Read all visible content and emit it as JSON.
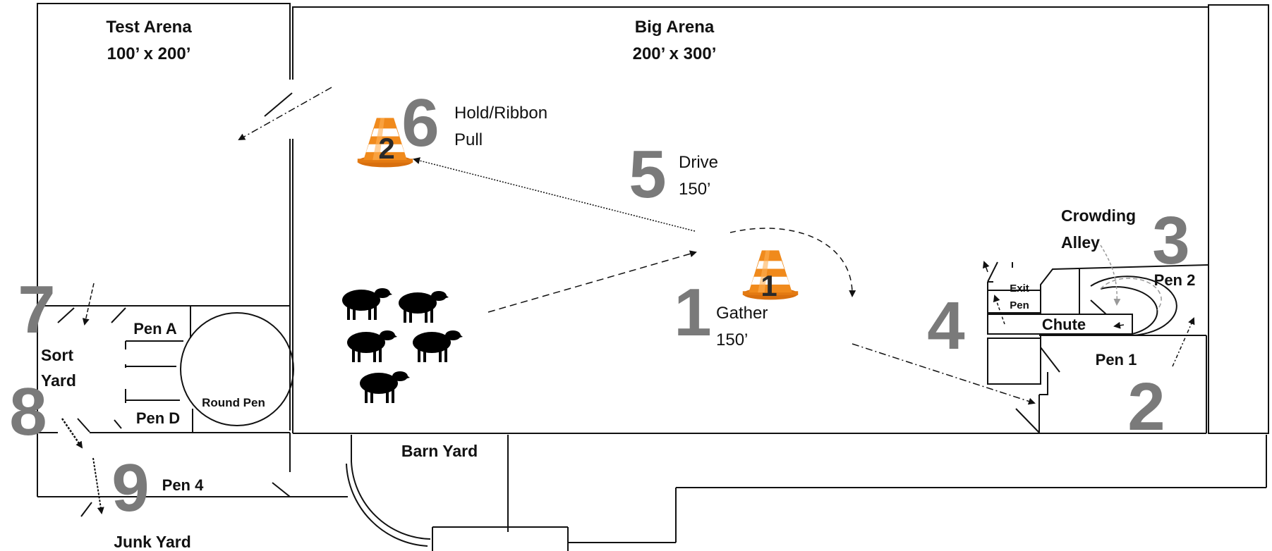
{
  "areas": {
    "test_arena": {
      "name": "Test Arena",
      "size": "100’ x 200’"
    },
    "big_arena": {
      "name": "Big Arena",
      "size": "200’ x 300’"
    },
    "sort_yard": {
      "line1": "Sort",
      "line2": "Yard"
    },
    "pen_a": "Pen A",
    "pen_d": "Pen D",
    "round_pen": "Round Pen",
    "pen_4": "Pen 4",
    "barn_yard": "Barn Yard",
    "junk_yard": "Junk Yard",
    "exit_pen": {
      "line1": "Exit",
      "line2": "Pen"
    },
    "chute": "Chute",
    "pen_1": "Pen 1",
    "pen_2": "Pen 2",
    "crowding_alley": {
      "line1": "Crowding",
      "line2": "Alley"
    }
  },
  "steps": {
    "s1": {
      "num": "1",
      "line1": "Gather",
      "line2": "150’"
    },
    "s2": {
      "num": "2"
    },
    "s3": {
      "num": "3"
    },
    "s4": {
      "num": "4"
    },
    "s5": {
      "num": "5",
      "line1": "Drive",
      "line2": "150’"
    },
    "s6": {
      "num": "6",
      "line1": "Hold/Ribbon",
      "line2": "Pull"
    },
    "s7": {
      "num": "7"
    },
    "s8": {
      "num": "8"
    },
    "s9": {
      "num": "9"
    }
  },
  "cones": {
    "cone1": "1",
    "cone2": "2"
  },
  "colors": {
    "cone": "#f08a1c",
    "step_number": "#7a7a7a",
    "lines": "#111111"
  }
}
